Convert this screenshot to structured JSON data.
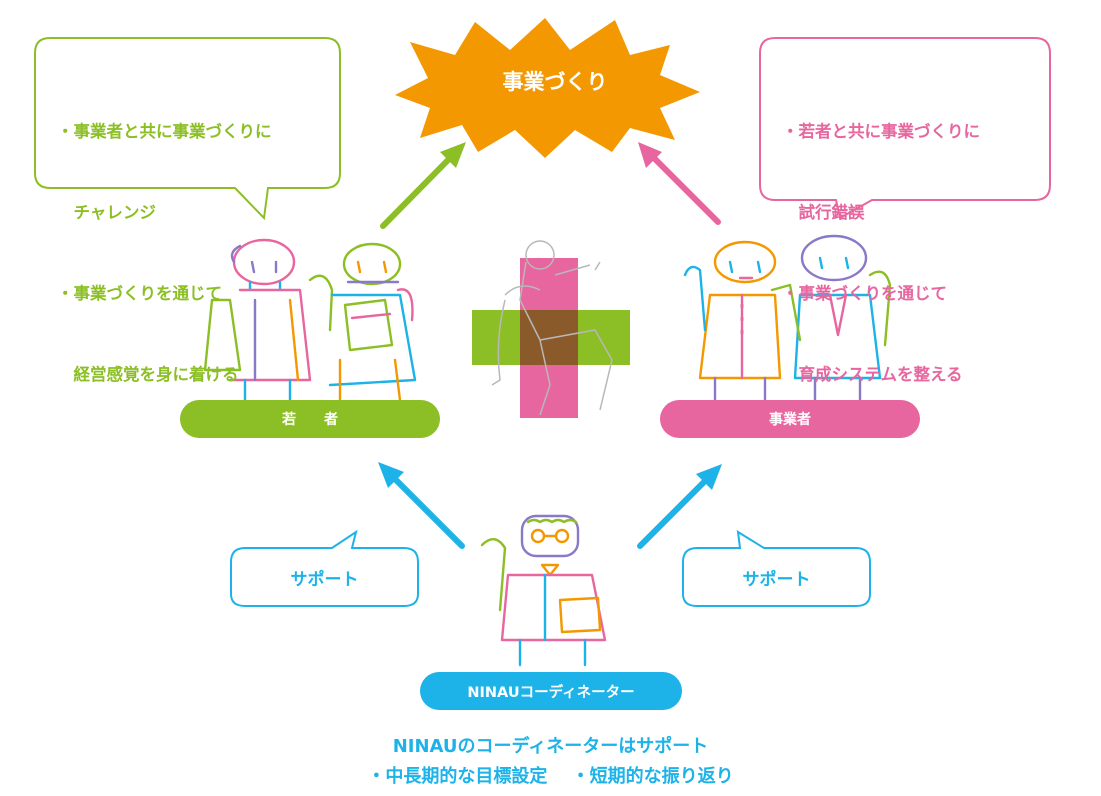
{
  "center_burst": {
    "label": "事業づくり"
  },
  "left_bubble": {
    "lines": [
      "・事業者と共に事業づくりに",
      "　チャレンジ",
      "・事業づくりを通じて",
      "　経営感覚を身に着ける"
    ]
  },
  "right_bubble": {
    "lines": [
      "・若者と共に事業づくりに",
      "　試行錯誤",
      "・事業づくりを通じて",
      "　育成システムを整える"
    ]
  },
  "youth_label": "若　　者",
  "business_label": "事業者",
  "coordinator_label": "NINAUコーディネーター",
  "support_left": "サポート",
  "support_right": "サポート",
  "bottom_note": {
    "line1": "NINAUのコーディネーターはサポート",
    "line2": "・中長期的な目標設定　 ・短期的な振り返り"
  },
  "colors": {
    "green": "#8cbf25",
    "pink": "#e8669f",
    "orange": "#f39800",
    "blue": "#1db3e8",
    "purple": "#8a78c8"
  }
}
